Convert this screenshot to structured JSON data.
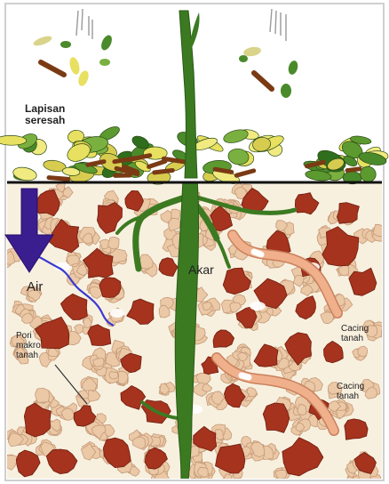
{
  "labels": {
    "litter_line1": "Lapisan",
    "litter_line2": "seresah",
    "root": "Akar",
    "water": "Air",
    "pore_line1": "Pori",
    "pore_line2": "makro",
    "pore_line3": "tanah",
    "worm1_line1": "Cacing",
    "worm1_line2": "tanah",
    "worm2_line1": "Cacing",
    "worm2_line2": "tanah"
  },
  "colors": {
    "soil_background": "#f8f0df",
    "aggregate_small": "#ebc8a6",
    "aggregate_large": "#a5331d",
    "root": "#3c7a22",
    "water_arrow": "#3a1d8f",
    "earthworm": "#f0b08c",
    "leaf_green": "#4a8a2a",
    "leaf_yellow": "#e8e060",
    "twig": "#7a3a14"
  }
}
